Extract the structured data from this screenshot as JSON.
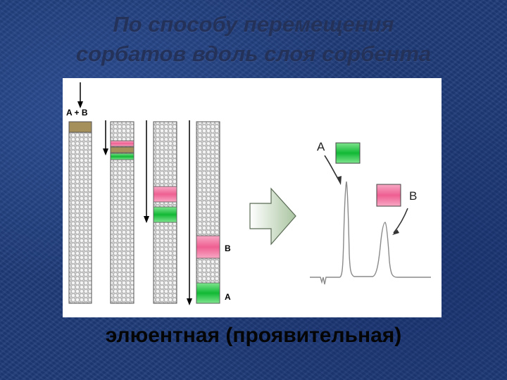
{
  "title_line1": "По способу перемещения",
  "title_line2": "сорбатов вдоль слоя сорбента",
  "caption": "элюентная (проявительная)",
  "diagram": {
    "load_label": "A + B",
    "band_label_b": "B",
    "band_label_a": "A",
    "peak_label_a": "A",
    "peak_label_b": "B"
  },
  "colors": {
    "green_band": "#17c23c",
    "pink_band": "#f0709a",
    "mixed_band": "#a58f5a",
    "arrow_fill": "#d6e3cf"
  }
}
